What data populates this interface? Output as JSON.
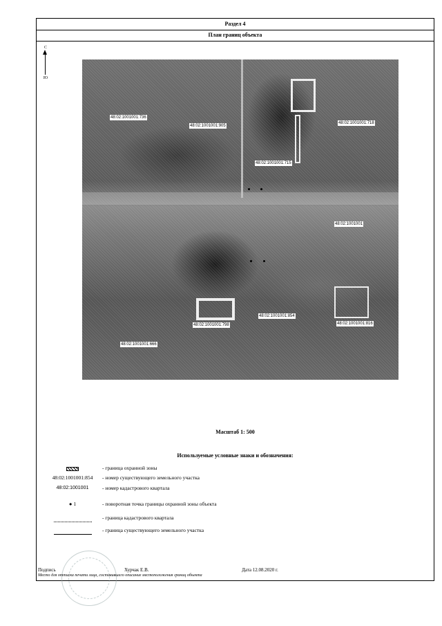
{
  "header": {
    "section": "Раздел 4",
    "title": "План границ объекта"
  },
  "north_arrow": {
    "top_label": "С",
    "bottom_label": "Ю"
  },
  "map": {
    "plots": [
      {
        "label": "48:02:1001001:736"
      },
      {
        "label": "48:02:1001001:905"
      },
      {
        "label": "48:02:1001001:718"
      },
      {
        "label": "48:02:1001001:715"
      },
      {
        "label": "48:02:1001001"
      },
      {
        "label": "48:02:1001001:798"
      },
      {
        "label": "48:02:1001001:854"
      },
      {
        "label": "48:02:1001001:816"
      },
      {
        "label": "48:02:1001001:666"
      }
    ]
  },
  "scale": "Масштаб 1: 500",
  "legend": {
    "title": "Используемые условные знаки и обозначения:",
    "items": [
      {
        "symbol": "",
        "text": "- граница охранной зоны"
      },
      {
        "symbol": "48:02:1001001:854",
        "text": "- номер существующего земельного участка"
      },
      {
        "symbol": "48:02:1001001",
        "text": "- номер кадастрового квартала"
      },
      {
        "symbol": "● 1",
        "text": "- поворотная точка границы охранной зоны объекта"
      },
      {
        "symbol": "",
        "text": "- граница кадастрового квартала"
      },
      {
        "symbol": "",
        "text": "- граница существующего земельного участка"
      }
    ]
  },
  "signature": {
    "label": "Подпись",
    "name": "Хурчак Е.В.",
    "date": "Дата 12.08.2020 г.",
    "note": "Место для оттиска печати лица, составившего описание местоположения границ объекта"
  }
}
